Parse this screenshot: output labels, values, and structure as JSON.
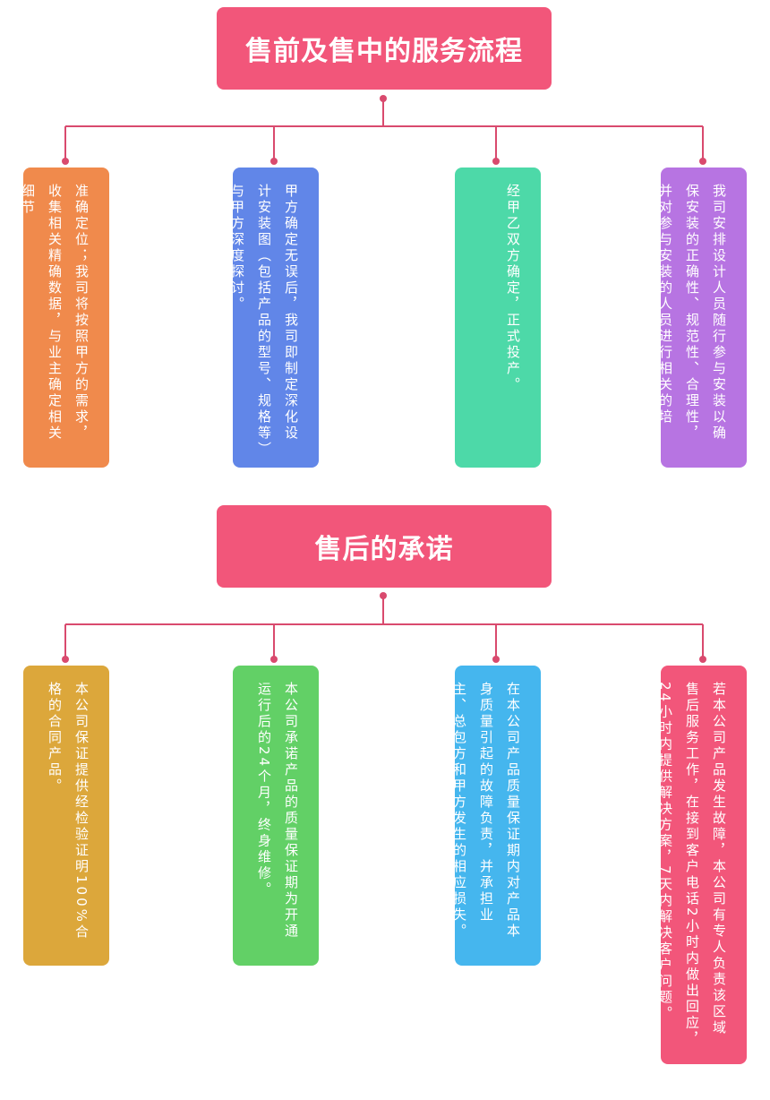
{
  "sections": [
    {
      "title": "售前及售中的服务流程",
      "cards": [
        {
          "text": "准确定位；我司将按照甲方的需求，收集相关精确数据，与业主确定相关细节",
          "color": "#f08a4c"
        },
        {
          "text": "甲方确定无误后，我司即制定深化设计安装图（包括产品的型号、规格等）与甲方深度探讨。",
          "color": "#6186e8"
        },
        {
          "text": "经甲乙双方确定，正式投产。",
          "color": "#4dd9a8"
        },
        {
          "text": "我司安排设计人员随行参与安装以确保安装的正确性、规范性、合理性，并对参与安装的人员进行相关的培训。",
          "color": "#b774e2"
        }
      ]
    },
    {
      "title": "售后的承诺",
      "cards": [
        {
          "text": "本公司保证提供经检验证明100%合格的合同产品。",
          "color": "#dca73b"
        },
        {
          "text": "本公司承诺产品的质量保证期为开通运行后的24个月，终身维修。",
          "color": "#62d066"
        },
        {
          "text": "在本公司产品质量保证期内对产品本身质量引起的故障负责，并承担业主、总包方和甲方发生的相应损失。",
          "color": "#45b6ee"
        },
        {
          "text": "若本公司产品发生故障，本公司有专人负责该区域售后服务工作，在接到客户电话2小时内做出回应，24小时内提供解决方案，7天内解决客户问题。",
          "color": "#f2567a"
        }
      ]
    }
  ],
  "colors": {
    "title_bg": "#f2567a",
    "connector": "#d94a6e"
  }
}
